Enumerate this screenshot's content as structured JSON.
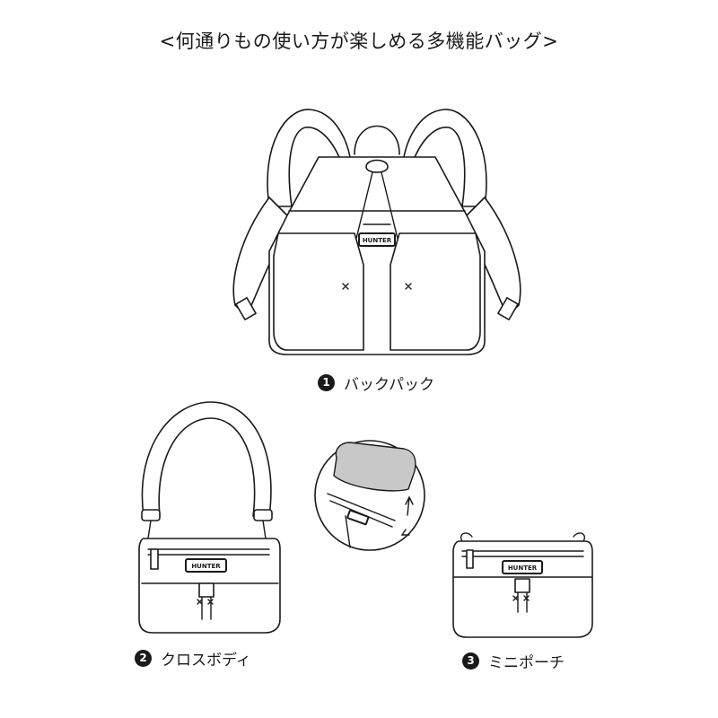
{
  "title": "<何通りもの使い方が楽しめる多機能バッグ>",
  "brand_logo": "HUNTER",
  "styles": [
    {
      "number": "1",
      "label": "バックパック"
    },
    {
      "number": "2",
      "label": "クロスボディ"
    },
    {
      "number": "3",
      "label": "ミニポーチ"
    }
  ]
}
